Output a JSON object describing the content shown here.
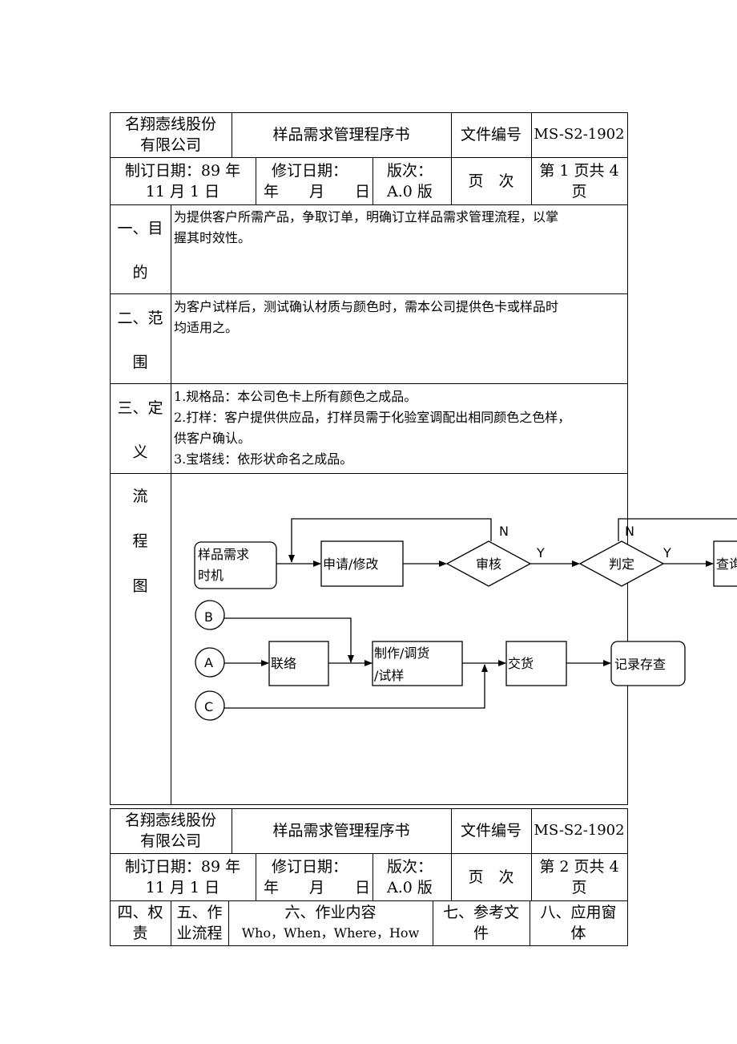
{
  "header1": {
    "company": [
      "名翔悫线股份",
      "有限公司"
    ],
    "title": "样品需求管理程序书",
    "doc_no_label": "文件编号",
    "doc_no": "MS-S2-1902",
    "issue_date": [
      "制订日期：89 年",
      "11 月 1 日"
    ],
    "revise_date": [
      "修订日期：",
      "年　　月　　日"
    ],
    "version": [
      "版次：",
      "A.0 版"
    ],
    "page_label": "页　次",
    "page": [
      "第 1 页共 4",
      "页"
    ]
  },
  "sections": [
    {
      "label": [
        "一、目",
        "的"
      ],
      "lines": [
        "为提供客户所需产品，争取订单，明确订立样品需求管理流程，以掌",
        "握其时效性。"
      ]
    },
    {
      "label": [
        "二、范",
        "围"
      ],
      "lines": [
        "为客户试样后，测试确认材质与颜色时，需本公司提供色卡或样品时",
        "均适用之。"
      ]
    },
    {
      "label": [
        "三、定",
        "义"
      ],
      "lines": [
        "1.规格品：本公司色卡上所有颜色之成品。",
        "2.打样：客户提供供应品，打样员需于化验室调配出相同颜色之色样，",
        "供客户确认。",
        "3.宝塔线：依形状命名之成品。"
      ]
    }
  ],
  "flow_label": [
    "流",
    "程",
    "图"
  ],
  "flow": {
    "start": [
      "样品需求",
      "时机"
    ],
    "apply": "申请/修改",
    "review": "审核",
    "judge": "判定",
    "query": "查询",
    "yes": "Y",
    "no": "N",
    "node_b": "B",
    "node_a": "A",
    "node_c": "C",
    "contact": "联络",
    "make": [
      "制作/调货",
      "/试样"
    ],
    "deliver": "交货",
    "record": "记录存查"
  },
  "header2": {
    "company": [
      "名翔悫线股份",
      "有限公司"
    ],
    "title": "样品需求管理程序书",
    "doc_no_label": "文件编号",
    "doc_no": "MS-S2-1902",
    "issue_date": [
      "制订日期：89 年",
      "11 月 1 日"
    ],
    "revise_date": [
      "修订日期：",
      "年　　月　　日"
    ],
    "version": [
      "版次：",
      "A.0 版"
    ],
    "page_label": "页　次",
    "page": [
      "第 2 页共 4",
      "页"
    ]
  },
  "columns": {
    "c4": [
      "四、权",
      "责"
    ],
    "c5": [
      "五、作",
      "业流程"
    ],
    "c6": [
      "六、作业内容",
      "Who，When，Where，How"
    ],
    "c7": [
      "七、参考文",
      "件"
    ],
    "c8": [
      "八、应用窗",
      "体"
    ]
  }
}
